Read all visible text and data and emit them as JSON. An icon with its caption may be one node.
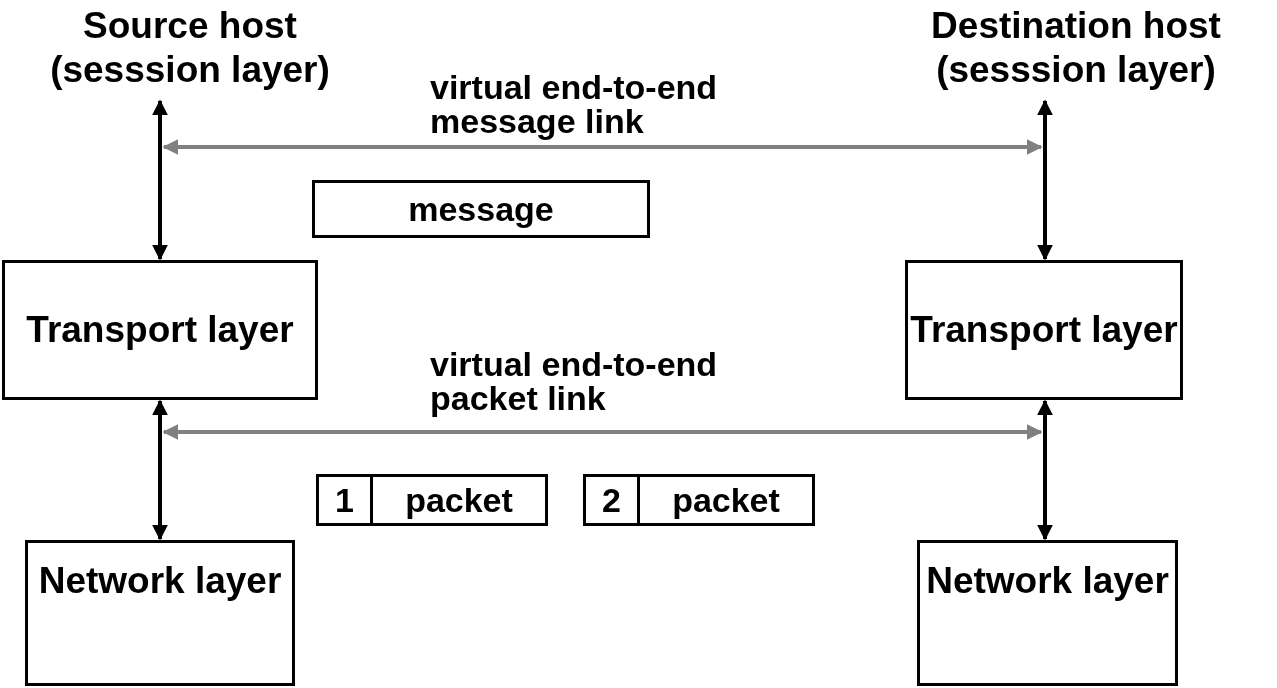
{
  "diagram": {
    "nodes": [
      {
        "text": [
          "Source host (sesssion layer)"
        ]
      },
      {
        "text": [
          "Destination host (sesssion layer)"
        ]
      },
      {
        "text": [
          "Transport layer"
        ]
      },
      {
        "text": [
          "Transport layer"
        ]
      },
      {
        "text": [
          "Network layer"
        ]
      },
      {
        "text": [
          "Network layer"
        ]
      },
      {
        "text": [
          "message"
        ]
      },
      {
        "text": [
          "1",
          "packet"
        ]
      },
      {
        "text": [
          "2",
          "packet"
        ]
      }
    ],
    "edges": [
      {
        "from": 0,
        "to": 2,
        "arrow": "both"
      },
      {
        "from": 1,
        "to": 3,
        "arrow": "both"
      },
      {
        "from": 0,
        "to": 1,
        "arrow": "both",
        "label": "virtual end-to-end message link",
        "color": "#808080"
      },
      {
        "from": 2,
        "to": 4,
        "arrow": "both"
      },
      {
        "from": 3,
        "to": 5,
        "arrow": "both"
      },
      {
        "from": 2,
        "to": 3,
        "arrow": "both",
        "label": "virtual end-to-end packet link",
        "color": "#808080"
      }
    ]
  }
}
